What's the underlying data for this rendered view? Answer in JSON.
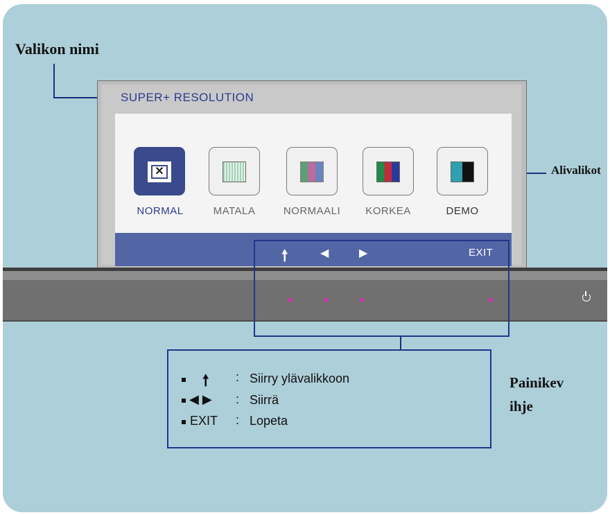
{
  "labels": {
    "menu_name": "Valikon nimi",
    "submenus": "Alivalikot",
    "button_guide_1": "Painikev",
    "button_guide_2": "ihje"
  },
  "osd": {
    "title": "SUPER+ RESOLUTION",
    "options": [
      {
        "label": "NORMAL",
        "selected": true
      },
      {
        "label": "MATALA",
        "selected": false
      },
      {
        "label": "NORMAALI",
        "selected": false
      },
      {
        "label": "KORKEA",
        "selected": false
      },
      {
        "label": "DEMO",
        "selected": false
      }
    ],
    "bar": {
      "up_icon": "up-arrow-icon",
      "left_icon": "left-triangle-icon",
      "right_icon": "right-triangle-icon",
      "exit": "EXIT"
    }
  },
  "monitor": {
    "power_icon": "power-icon",
    "button_color": "#d62fb4"
  },
  "guide": {
    "sep": ":",
    "rows": [
      {
        "key_icon": "up-arrow-icon",
        "text": "Siirry ylävalikkoon"
      },
      {
        "key_icon": "left-right-triangles-icon",
        "text": "Siirrä"
      },
      {
        "key": "EXIT",
        "text": "Lopeta"
      }
    ]
  },
  "colors": {
    "panel": "#adcfd9",
    "osd_bar": "#5265a5",
    "selected": "#3a4a8c",
    "line": "#22358a"
  }
}
